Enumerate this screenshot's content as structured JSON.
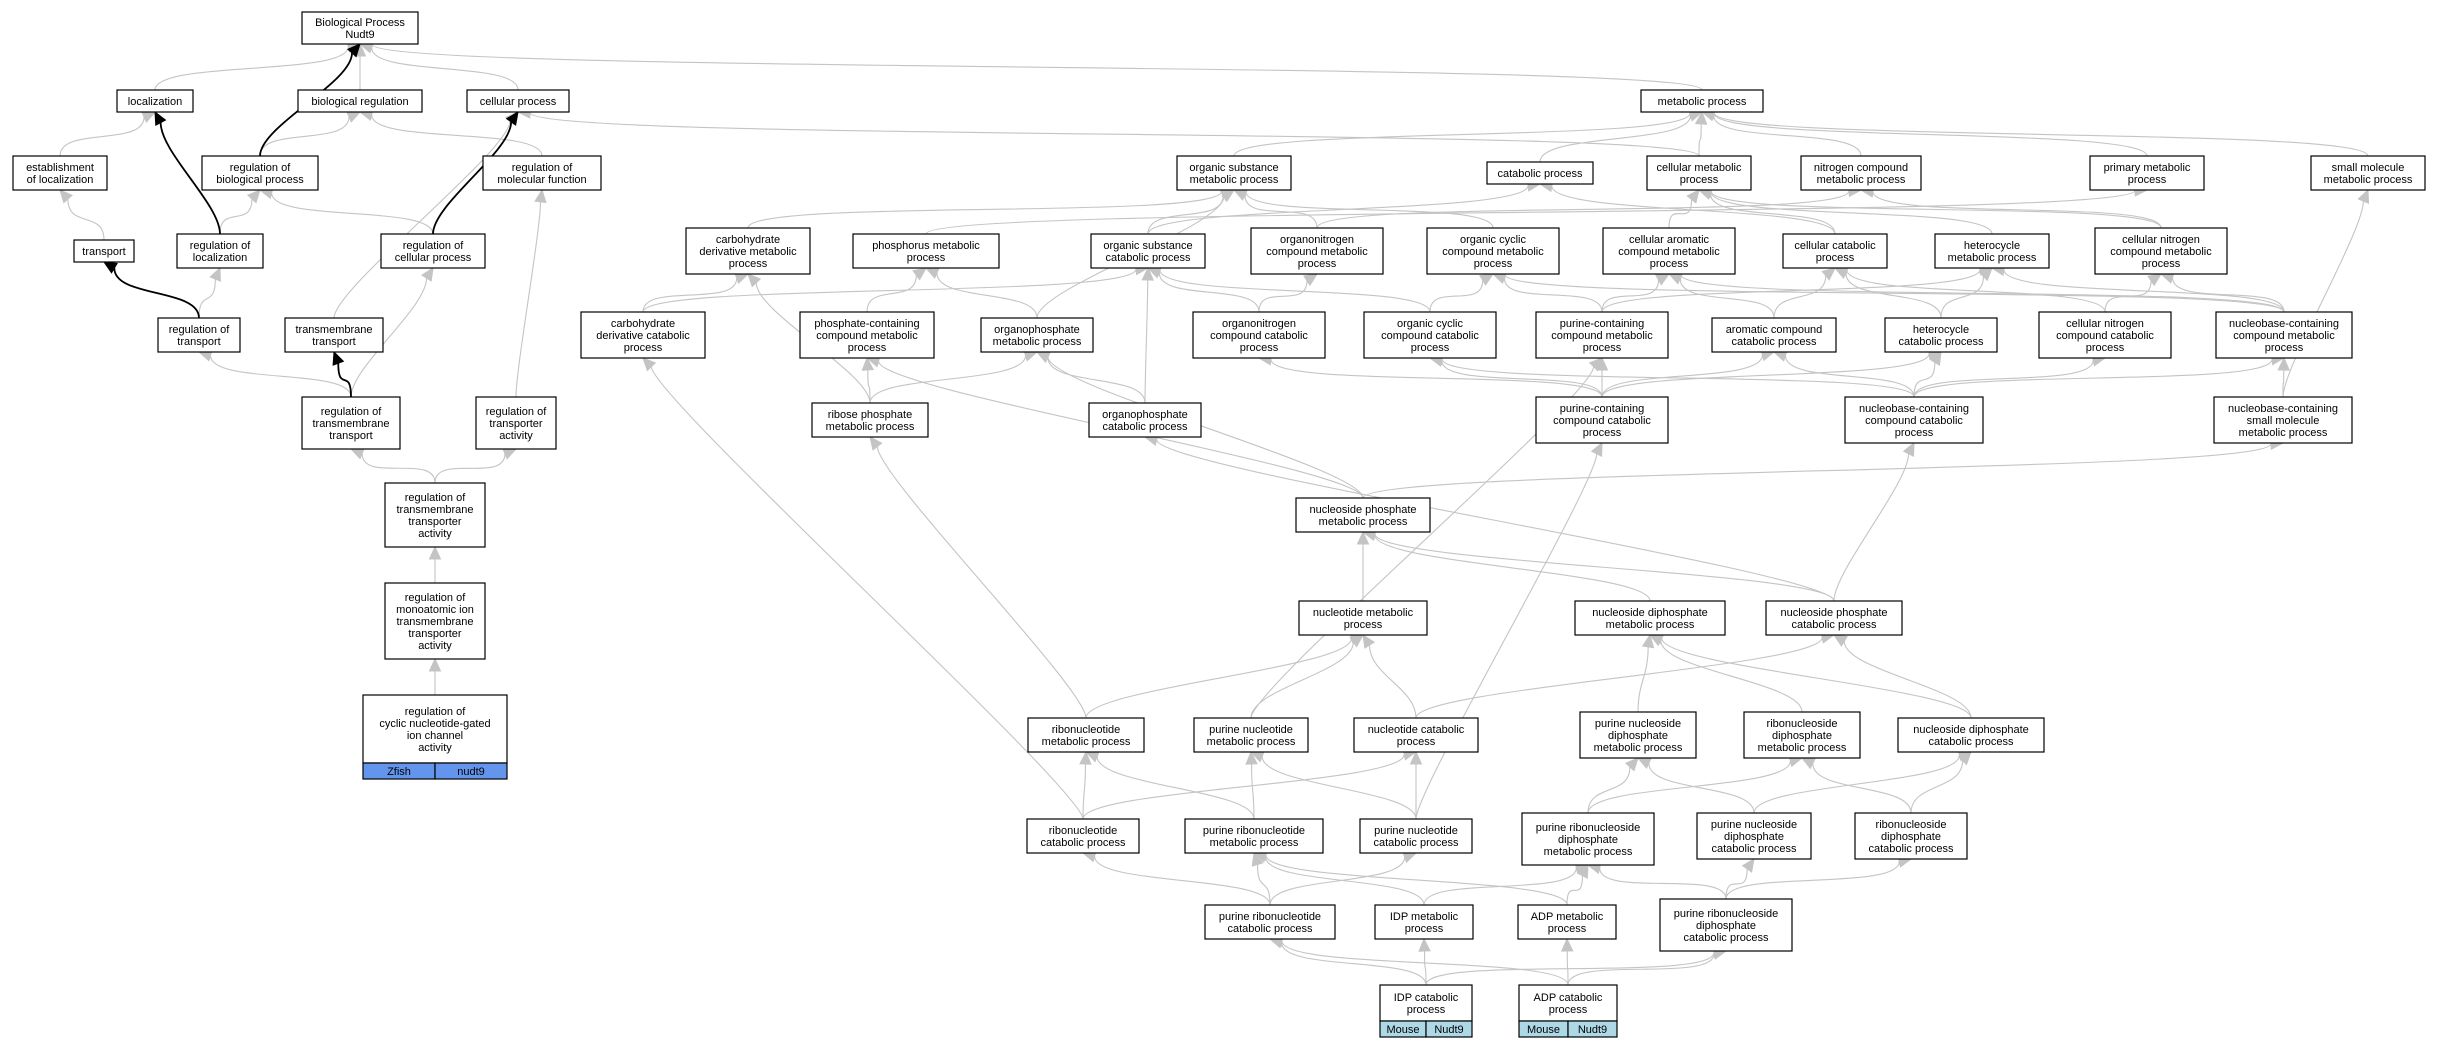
{
  "nodes": {
    "bp": {
      "lines": [
        "Biological Process",
        "Nudt9"
      ]
    },
    "localization": {
      "lines": [
        "localization"
      ]
    },
    "biological_regulation": {
      "lines": [
        "biological regulation"
      ]
    },
    "cellular_process": {
      "lines": [
        "cellular process"
      ]
    },
    "metabolic_process": {
      "lines": [
        "metabolic process"
      ]
    },
    "establishment_localization": {
      "lines": [
        "establishment",
        "of localization"
      ]
    },
    "reg_biological_process": {
      "lines": [
        "regulation of",
        "biological process"
      ]
    },
    "reg_molecular_function": {
      "lines": [
        "regulation of",
        "molecular function"
      ]
    },
    "organic_substance_metabolic": {
      "lines": [
        "organic substance",
        "metabolic process"
      ]
    },
    "catabolic_process": {
      "lines": [
        "catabolic process"
      ]
    },
    "cellular_metabolic": {
      "lines": [
        "cellular metabolic",
        "process"
      ]
    },
    "nitrogen_compound_metabolic": {
      "lines": [
        "nitrogen compound",
        "metabolic process"
      ]
    },
    "primary_metabolic": {
      "lines": [
        "primary metabolic",
        "process"
      ]
    },
    "small_molecule_metabolic": {
      "lines": [
        "small molecule",
        "metabolic process"
      ]
    },
    "transport": {
      "lines": [
        "transport"
      ]
    },
    "reg_localization": {
      "lines": [
        "regulation of",
        "localization"
      ]
    },
    "reg_cellular_process": {
      "lines": [
        "regulation of",
        "cellular process"
      ]
    },
    "carbohydrate_deriv_metabolic": {
      "lines": [
        "carbohydrate",
        "derivative metabolic",
        "process"
      ]
    },
    "phosphorus_metabolic": {
      "lines": [
        "phosphorus metabolic",
        "process"
      ]
    },
    "organic_substance_catabolic": {
      "lines": [
        "organic substance",
        "catabolic process"
      ]
    },
    "organonitrogen_metabolic": {
      "lines": [
        "organonitrogen",
        "compound metabolic",
        "process"
      ]
    },
    "organic_cyclic_metabolic": {
      "lines": [
        "organic cyclic",
        "compound metabolic",
        "process"
      ]
    },
    "cellular_aromatic_metabolic": {
      "lines": [
        "cellular aromatic",
        "compound metabolic",
        "process"
      ]
    },
    "cellular_catabolic": {
      "lines": [
        "cellular catabolic",
        "process"
      ]
    },
    "heterocycle_metabolic": {
      "lines": [
        "heterocycle",
        "metabolic process"
      ]
    },
    "cellular_nitrogen_metabolic": {
      "lines": [
        "cellular nitrogen",
        "compound metabolic",
        "process"
      ]
    },
    "reg_transport": {
      "lines": [
        "regulation of",
        "transport"
      ]
    },
    "transmembrane_transport": {
      "lines": [
        "transmembrane",
        "transport"
      ]
    },
    "carbohydrate_deriv_catabolic": {
      "lines": [
        "carbohydrate",
        "derivative catabolic",
        "process"
      ]
    },
    "phosphate_containing_metabolic": {
      "lines": [
        "phosphate-containing",
        "compound metabolic",
        "process"
      ]
    },
    "organophosphate_metabolic": {
      "lines": [
        "organophosphate",
        "metabolic process"
      ]
    },
    "organonitrogen_catabolic": {
      "lines": [
        "organonitrogen",
        "compound catabolic",
        "process"
      ]
    },
    "organic_cyclic_catabolic": {
      "lines": [
        "organic cyclic",
        "compound catabolic",
        "process"
      ]
    },
    "purine_containing_metabolic": {
      "lines": [
        "purine-containing",
        "compound metabolic",
        "process"
      ]
    },
    "aromatic_catabolic": {
      "lines": [
        "aromatic compound",
        "catabolic process"
      ]
    },
    "heterocycle_catabolic": {
      "lines": [
        "heterocycle",
        "catabolic process"
      ]
    },
    "cellular_nitrogen_catabolic": {
      "lines": [
        "cellular nitrogen",
        "compound catabolic",
        "process"
      ]
    },
    "nucleobase_containing_metabolic": {
      "lines": [
        "nucleobase-containing",
        "compound metabolic",
        "process"
      ]
    },
    "reg_transmembrane_transport": {
      "lines": [
        "regulation of",
        "transmembrane",
        "transport"
      ]
    },
    "reg_transporter_activity": {
      "lines": [
        "regulation of",
        "transporter",
        "activity"
      ]
    },
    "ribose_phosphate_metabolic": {
      "lines": [
        "ribose phosphate",
        "metabolic process"
      ]
    },
    "organophosphate_catabolic": {
      "lines": [
        "organophosphate",
        "catabolic process"
      ]
    },
    "purine_containing_catabolic": {
      "lines": [
        "purine-containing",
        "compound catabolic",
        "process"
      ]
    },
    "nucleobase_containing_catabolic": {
      "lines": [
        "nucleobase-containing",
        "compound catabolic",
        "process"
      ]
    },
    "nucleobase_small_molecule": {
      "lines": [
        "nucleobase-containing",
        "small molecule",
        "metabolic process"
      ]
    },
    "reg_tm_transporter_activity": {
      "lines": [
        "regulation of",
        "transmembrane",
        "transporter",
        "activity"
      ]
    },
    "nucleoside_phosphate_metabolic": {
      "lines": [
        "nucleoside phosphate",
        "metabolic process"
      ]
    },
    "reg_monoatomic_ion": {
      "lines": [
        "regulation of",
        "monoatomic ion",
        "transmembrane",
        "transporter",
        "activity"
      ]
    },
    "nucleotide_metabolic": {
      "lines": [
        "nucleotide metabolic",
        "process"
      ]
    },
    "nucleoside_diphosphate_metabolic": {
      "lines": [
        "nucleoside diphosphate",
        "metabolic process"
      ]
    },
    "nucleoside_phosphate_catabolic": {
      "lines": [
        "nucleoside phosphate",
        "catabolic process"
      ]
    },
    "reg_cyclic_nucleotide": {
      "lines": [
        "regulation of",
        "cyclic nucleotide-gated",
        "ion channel",
        "activity"
      ],
      "annotations": [
        "Zfish",
        "nudt9"
      ]
    },
    "ribonucleotide_metabolic": {
      "lines": [
        "ribonucleotide",
        "metabolic process"
      ]
    },
    "purine_nucleotide_metabolic": {
      "lines": [
        "purine nucleotide",
        "metabolic process"
      ]
    },
    "nucleotide_catabolic": {
      "lines": [
        "nucleotide catabolic",
        "process"
      ]
    },
    "purine_nucleoside_diphosphate_metabolic": {
      "lines": [
        "purine nucleoside",
        "diphosphate",
        "metabolic process"
      ]
    },
    "ribonucleoside_diphosphate_metabolic": {
      "lines": [
        "ribonucleoside",
        "diphosphate",
        "metabolic process"
      ]
    },
    "nucleoside_diphosphate_catabolic": {
      "lines": [
        "nucleoside diphosphate",
        "catabolic process"
      ]
    },
    "ribonucleotide_catabolic": {
      "lines": [
        "ribonucleotide",
        "catabolic process"
      ]
    },
    "purine_ribonucleotide_metabolic": {
      "lines": [
        "purine ribonucleotide",
        "metabolic process"
      ]
    },
    "purine_nucleotide_catabolic": {
      "lines": [
        "purine nucleotide",
        "catabolic process"
      ]
    },
    "purine_ribonucleoside_diphosphate_metabolic": {
      "lines": [
        "purine ribonucleoside",
        "diphosphate",
        "metabolic process"
      ]
    },
    "purine_nucleoside_diphosphate_catabolic": {
      "lines": [
        "purine nucleoside",
        "diphosphate",
        "catabolic process"
      ]
    },
    "ribonucleoside_diphosphate_catabolic": {
      "lines": [
        "ribonucleoside",
        "diphosphate",
        "catabolic process"
      ]
    },
    "purine_ribonucleotide_catabolic": {
      "lines": [
        "purine ribonucleotide",
        "catabolic process"
      ]
    },
    "idp_metabolic": {
      "lines": [
        "IDP metabolic",
        "process"
      ]
    },
    "adp_metabolic": {
      "lines": [
        "ADP metabolic",
        "process"
      ]
    },
    "purine_ribonucleoside_diphosphate_catabolic": {
      "lines": [
        "purine ribonucleoside",
        "diphosphate",
        "catabolic process"
      ]
    },
    "idp_catabolic": {
      "lines": [
        "IDP catabolic",
        "process"
      ],
      "annotations": [
        "Mouse",
        "Nudt9"
      ]
    },
    "adp_catabolic": {
      "lines": [
        "ADP catabolic",
        "process"
      ],
      "annotations": [
        "Mouse",
        "Nudt9"
      ]
    }
  },
  "edges": [
    [
      "localization",
      "bp"
    ],
    [
      "biological_regulation",
      "bp"
    ],
    [
      "cellular_process",
      "bp"
    ],
    [
      "metabolic_process",
      "bp"
    ],
    [
      "establishment_localization",
      "localization"
    ],
    [
      "reg_biological_process",
      "biological_regulation"
    ],
    [
      "reg_molecular_function",
      "biological_regulation"
    ],
    [
      "organic_substance_metabolic",
      "metabolic_process"
    ],
    [
      "cellular_metabolic",
      "metabolic_process"
    ],
    [
      "cellular_metabolic",
      "cellular_process"
    ],
    [
      "nitrogen_compound_metabolic",
      "metabolic_process"
    ],
    [
      "primary_metabolic",
      "metabolic_process"
    ],
    [
      "small_molecule_metabolic",
      "metabolic_process"
    ],
    [
      "catabolic_process",
      "metabolic_process"
    ],
    [
      "transport",
      "establishment_localization"
    ],
    [
      "reg_localization",
      "reg_biological_process"
    ],
    [
      "reg_cellular_process",
      "reg_biological_process"
    ],
    [
      "carbohydrate_deriv_metabolic",
      "organic_substance_metabolic"
    ],
    [
      "phosphorus_metabolic",
      "primary_metabolic"
    ],
    [
      "organic_substance_catabolic",
      "organic_substance_metabolic"
    ],
    [
      "organic_substance_catabolic",
      "catabolic_process"
    ],
    [
      "organonitrogen_metabolic",
      "organic_substance_metabolic"
    ],
    [
      "organonitrogen_metabolic",
      "nitrogen_compound_metabolic"
    ],
    [
      "organic_cyclic_metabolic",
      "organic_substance_metabolic"
    ],
    [
      "cellular_aromatic_metabolic",
      "cellular_metabolic"
    ],
    [
      "cellular_catabolic",
      "cellular_metabolic"
    ],
    [
      "cellular_catabolic",
      "catabolic_process"
    ],
    [
      "heterocycle_metabolic",
      "cellular_metabolic"
    ],
    [
      "cellular_nitrogen_metabolic",
      "cellular_metabolic"
    ],
    [
      "cellular_nitrogen_metabolic",
      "nitrogen_compound_metabolic"
    ],
    [
      "reg_transport",
      "reg_localization"
    ],
    [
      "transmembrane_transport",
      "cellular_process"
    ],
    [
      "carbohydrate_deriv_catabolic",
      "carbohydrate_deriv_metabolic"
    ],
    [
      "carbohydrate_deriv_catabolic",
      "organic_substance_catabolic"
    ],
    [
      "phosphate_containing_metabolic",
      "phosphorus_metabolic"
    ],
    [
      "organophosphate_metabolic",
      "phosphorus_metabolic"
    ],
    [
      "organophosphate_metabolic",
      "organic_substance_metabolic"
    ],
    [
      "organonitrogen_catabolic",
      "organonitrogen_metabolic"
    ],
    [
      "organonitrogen_catabolic",
      "organic_substance_catabolic"
    ],
    [
      "organic_cyclic_catabolic",
      "organic_cyclic_metabolic"
    ],
    [
      "organic_cyclic_catabolic",
      "organic_substance_catabolic"
    ],
    [
      "purine_containing_metabolic",
      "organic_cyclic_metabolic"
    ],
    [
      "purine_containing_metabolic",
      "cellular_aromatic_metabolic"
    ],
    [
      "purine_containing_metabolic",
      "heterocycle_metabolic"
    ],
    [
      "aromatic_catabolic",
      "cellular_aromatic_metabolic"
    ],
    [
      "aromatic_catabolic",
      "cellular_catabolic"
    ],
    [
      "heterocycle_catabolic",
      "heterocycle_metabolic"
    ],
    [
      "heterocycle_catabolic",
      "cellular_catabolic"
    ],
    [
      "cellular_nitrogen_catabolic",
      "cellular_nitrogen_metabolic"
    ],
    [
      "cellular_nitrogen_catabolic",
      "cellular_catabolic"
    ],
    [
      "nucleobase_containing_metabolic",
      "cellular_nitrogen_metabolic"
    ],
    [
      "nucleobase_containing_metabolic",
      "heterocycle_metabolic"
    ],
    [
      "nucleobase_containing_metabolic",
      "organic_cyclic_metabolic"
    ],
    [
      "nucleobase_containing_metabolic",
      "cellular_aromatic_metabolic"
    ],
    [
      "reg_transmembrane_transport",
      "reg_transport"
    ],
    [
      "reg_transmembrane_transport",
      "reg_cellular_process"
    ],
    [
      "reg_transporter_activity",
      "reg_molecular_function"
    ],
    [
      "ribose_phosphate_metabolic",
      "phosphate_containing_metabolic"
    ],
    [
      "ribose_phosphate_metabolic",
      "organophosphate_metabolic"
    ],
    [
      "ribose_phosphate_metabolic",
      "carbohydrate_deriv_metabolic"
    ],
    [
      "organophosphate_catabolic",
      "organophosphate_metabolic"
    ],
    [
      "organophosphate_catabolic",
      "organic_substance_catabolic"
    ],
    [
      "purine_containing_catabolic",
      "purine_containing_metabolic"
    ],
    [
      "purine_containing_catabolic",
      "aromatic_catabolic"
    ],
    [
      "purine_containing_catabolic",
      "heterocycle_catabolic"
    ],
    [
      "purine_containing_catabolic",
      "organic_cyclic_catabolic"
    ],
    [
      "purine_containing_catabolic",
      "organonitrogen_catabolic"
    ],
    [
      "nucleobase_containing_catabolic",
      "nucleobase_containing_metabolic"
    ],
    [
      "nucleobase_containing_catabolic",
      "cellular_nitrogen_catabolic"
    ],
    [
      "nucleobase_containing_catabolic",
      "heterocycle_catabolic"
    ],
    [
      "nucleobase_containing_catabolic",
      "aromatic_catabolic"
    ],
    [
      "nucleobase_containing_catabolic",
      "organic_cyclic_catabolic"
    ],
    [
      "nucleobase_small_molecule",
      "nucleobase_containing_metabolic"
    ],
    [
      "nucleobase_small_molecule",
      "small_molecule_metabolic"
    ],
    [
      "reg_tm_transporter_activity",
      "reg_transmembrane_transport"
    ],
    [
      "reg_tm_transporter_activity",
      "reg_transporter_activity"
    ],
    [
      "nucleoside_phosphate_metabolic",
      "phosphate_containing_metabolic"
    ],
    [
      "nucleoside_phosphate_metabolic",
      "organophosphate_metabolic"
    ],
    [
      "nucleoside_phosphate_metabolic",
      "nucleobase_small_molecule"
    ],
    [
      "reg_monoatomic_ion",
      "reg_tm_transporter_activity"
    ],
    [
      "nucleotide_metabolic",
      "nucleoside_phosphate_metabolic"
    ],
    [
      "nucleoside_diphosphate_metabolic",
      "nucleoside_phosphate_metabolic"
    ],
    [
      "nucleoside_phosphate_catabolic",
      "nucleoside_phosphate_metabolic"
    ],
    [
      "nucleoside_phosphate_catabolic",
      "nucleobase_containing_catabolic"
    ],
    [
      "nucleoside_phosphate_catabolic",
      "organophosphate_catabolic"
    ],
    [
      "reg_cyclic_nucleotide",
      "reg_monoatomic_ion"
    ],
    [
      "ribonucleotide_metabolic",
      "nucleotide_metabolic"
    ],
    [
      "ribonucleotide_metabolic",
      "ribose_phosphate_metabolic"
    ],
    [
      "purine_nucleotide_metabolic",
      "nucleotide_metabolic"
    ],
    [
      "purine_nucleotide_metabolic",
      "purine_containing_metabolic"
    ],
    [
      "nucleotide_catabolic",
      "nucleotide_metabolic"
    ],
    [
      "nucleotide_catabolic",
      "nucleoside_phosphate_catabolic"
    ],
    [
      "purine_nucleoside_diphosphate_metabolic",
      "nucleoside_diphosphate_metabolic"
    ],
    [
      "ribonucleoside_diphosphate_metabolic",
      "nucleoside_diphosphate_metabolic"
    ],
    [
      "nucleoside_diphosphate_catabolic",
      "nucleoside_diphosphate_metabolic"
    ],
    [
      "nucleoside_diphosphate_catabolic",
      "nucleoside_phosphate_catabolic"
    ],
    [
      "ribonucleotide_catabolic",
      "ribonucleotide_metabolic"
    ],
    [
      "ribonucleotide_catabolic",
      "nucleotide_catabolic"
    ],
    [
      "ribonucleotide_catabolic",
      "carbohydrate_deriv_catabolic"
    ],
    [
      "purine_ribonucleotide_metabolic",
      "ribonucleotide_metabolic"
    ],
    [
      "purine_ribonucleotide_metabolic",
      "purine_nucleotide_metabolic"
    ],
    [
      "purine_nucleotide_catabolic",
      "purine_nucleotide_metabolic"
    ],
    [
      "purine_nucleotide_catabolic",
      "nucleotide_catabolic"
    ],
    [
      "purine_nucleotide_catabolic",
      "purine_containing_catabolic"
    ],
    [
      "purine_ribonucleoside_diphosphate_metabolic",
      "purine_nucleoside_diphosphate_metabolic"
    ],
    [
      "purine_ribonucleoside_diphosphate_metabolic",
      "ribonucleoside_diphosphate_metabolic"
    ],
    [
      "purine_nucleoside_diphosphate_catabolic",
      "purine_nucleoside_diphosphate_metabolic"
    ],
    [
      "purine_nucleoside_diphosphate_catabolic",
      "nucleoside_diphosphate_catabolic"
    ],
    [
      "ribonucleoside_diphosphate_catabolic",
      "ribonucleoside_diphosphate_metabolic"
    ],
    [
      "ribonucleoside_diphosphate_catabolic",
      "nucleoside_diphosphate_catabolic"
    ],
    [
      "purine_ribonucleotide_catabolic",
      "purine_ribonucleotide_metabolic"
    ],
    [
      "purine_ribonucleotide_catabolic",
      "ribonucleotide_catabolic"
    ],
    [
      "purine_ribonucleotide_catabolic",
      "purine_nucleotide_catabolic"
    ],
    [
      "idp_metabolic",
      "purine_ribonucleotide_metabolic"
    ],
    [
      "idp_metabolic",
      "purine_ribonucleoside_diphosphate_metabolic"
    ],
    [
      "adp_metabolic",
      "purine_ribonucleotide_metabolic"
    ],
    [
      "adp_metabolic",
      "purine_ribonucleoside_diphosphate_metabolic"
    ],
    [
      "purine_ribonucleoside_diphosphate_catabolic",
      "purine_ribonucleoside_diphosphate_metabolic"
    ],
    [
      "purine_ribonucleoside_diphosphate_catabolic",
      "purine_nucleoside_diphosphate_catabolic"
    ],
    [
      "purine_ribonucleoside_diphosphate_catabolic",
      "ribonucleoside_diphosphate_catabolic"
    ],
    [
      "idp_catabolic",
      "idp_metabolic"
    ],
    [
      "idp_catabolic",
      "purine_ribonucleotide_catabolic"
    ],
    [
      "idp_catabolic",
      "purine_ribonucleoside_diphosphate_catabolic"
    ],
    [
      "adp_catabolic",
      "adp_metabolic"
    ],
    [
      "adp_catabolic",
      "purine_ribonucleotide_catabolic"
    ],
    [
      "adp_catabolic",
      "purine_ribonucleoside_diphosphate_catabolic"
    ]
  ],
  "bold_edges": [
    [
      "reg_biological_process",
      "bp"
    ],
    [
      "reg_cellular_process",
      "cellular_process"
    ],
    [
      "reg_localization",
      "localization"
    ],
    [
      "reg_transport",
      "transport"
    ],
    [
      "reg_transmembrane_transport",
      "transmembrane_transport"
    ]
  ],
  "colors": {
    "edge": "#c4c4c4",
    "bold_edge": "#000000",
    "node_border": "#000000",
    "zfish_annotation": "#6495ed",
    "mouse_annotation": "#add8e6"
  }
}
